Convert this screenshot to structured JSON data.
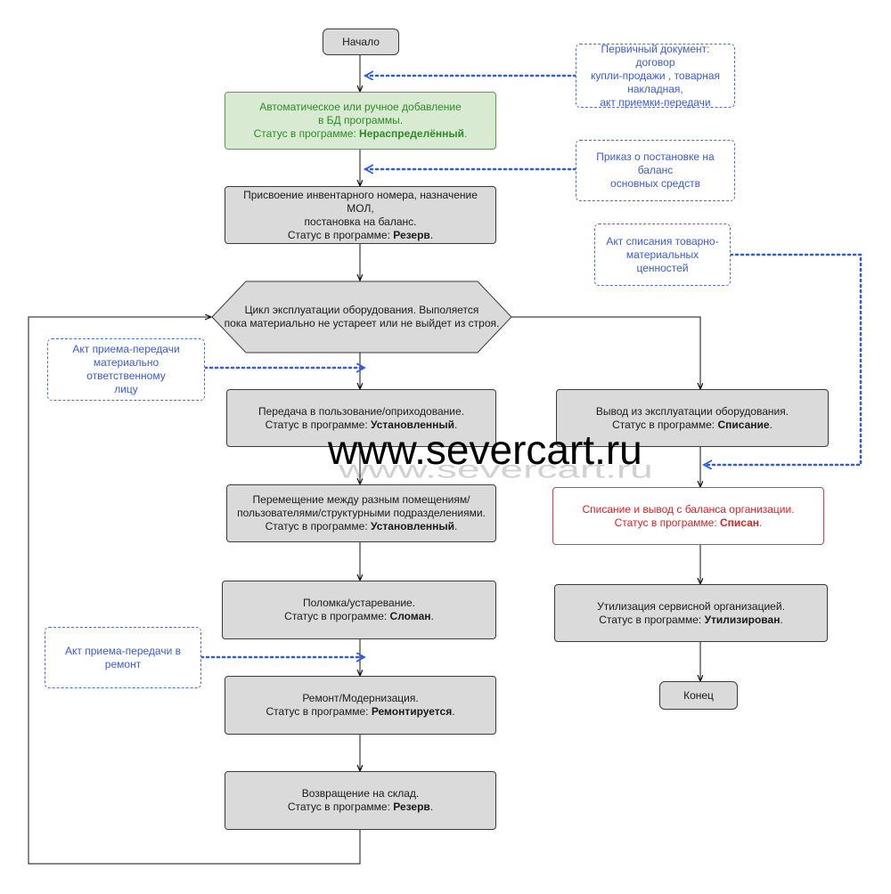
{
  "start": {
    "label": "Начало"
  },
  "end": {
    "label": "Конец"
  },
  "nodes": {
    "add_db": {
      "line1": "Автоматическое или ручное добавление",
      "line2": "в БД программы.",
      "status_prefix": "Статус в программе: ",
      "status": "Нераспределённый",
      "suffix": "."
    },
    "inventory": {
      "line1": "Присвоение инвентарного номера, назначение МОЛ,",
      "line2": "постановка на баланс.",
      "status_prefix": "Статус в программе: ",
      "status": "Резерв",
      "suffix": "."
    },
    "cycle": {
      "line1": "Цикл эксплуатации оборудования. Выполяется",
      "line2": "пока материально не устареет или не  выйдет из строя."
    },
    "transfer": {
      "line1": "Передача в пользование/оприходование.",
      "status_prefix": "Статус в программе: ",
      "status": "Установленный",
      "suffix": "."
    },
    "move": {
      "line1": "Перемещение между разным помещениям/",
      "line2": "пользователями/структурными подразделениями.",
      "status_prefix": "Статус в программе: ",
      "status": "Установленный",
      "suffix": "."
    },
    "broken": {
      "line1": "Поломка/устаревание.",
      "status_prefix": "Статус в программе: ",
      "status": "Сломан",
      "suffix": "."
    },
    "repair": {
      "line1": "Ремонт/Модернизация.",
      "status_prefix": "Статус в программе: ",
      "status": "Ремонтируется",
      "suffix": "."
    },
    "return": {
      "line1": "Возвращение на склад.",
      "status_prefix": "Статус в программе: ",
      "status": "Резерв",
      "suffix": "."
    },
    "decommission": {
      "line1": "Вывод из эксплуатации оборудования.",
      "status_prefix": "Статус в программе: ",
      "status": "Списание",
      "suffix": "."
    },
    "writeoff": {
      "line1": "Списание и вывод с баланса организации.",
      "status_prefix": "Статус в программе: ",
      "status": "Списан",
      "suffix": "."
    },
    "disposal": {
      "line1": "Утилизация сервисной организацией.",
      "status_prefix": "Статус в программе: ",
      "status": "Утилизирован",
      "suffix": "."
    }
  },
  "notes": {
    "primary_doc": {
      "line1": "Первичный документ: договор",
      "line2": "купли-продажи , товарная",
      "line3": "накладная,",
      "line4": "акт приемки-передачи"
    },
    "order": {
      "line1": "Приказ о постановке на баланс",
      "line2": "основных средств"
    },
    "writeoff_act": {
      "line1": "Акт списания товарно-",
      "line2": "материальных ценностей"
    },
    "handover_act": {
      "line1": "Акт приема-передачи",
      "line2": "материально ответственному",
      "line3": "лицу"
    },
    "repair_act": {
      "line1": "Акт приема-передачи в",
      "line2": "ремонт"
    }
  },
  "watermark": {
    "text": "www.severcart.ru"
  },
  "colors": {
    "box_fill": "#dadada",
    "green_text": "#2e8b26",
    "red_text": "#e02020",
    "note_blue": "#3a5bd9",
    "dotted_arrow": "#2f5be8"
  }
}
